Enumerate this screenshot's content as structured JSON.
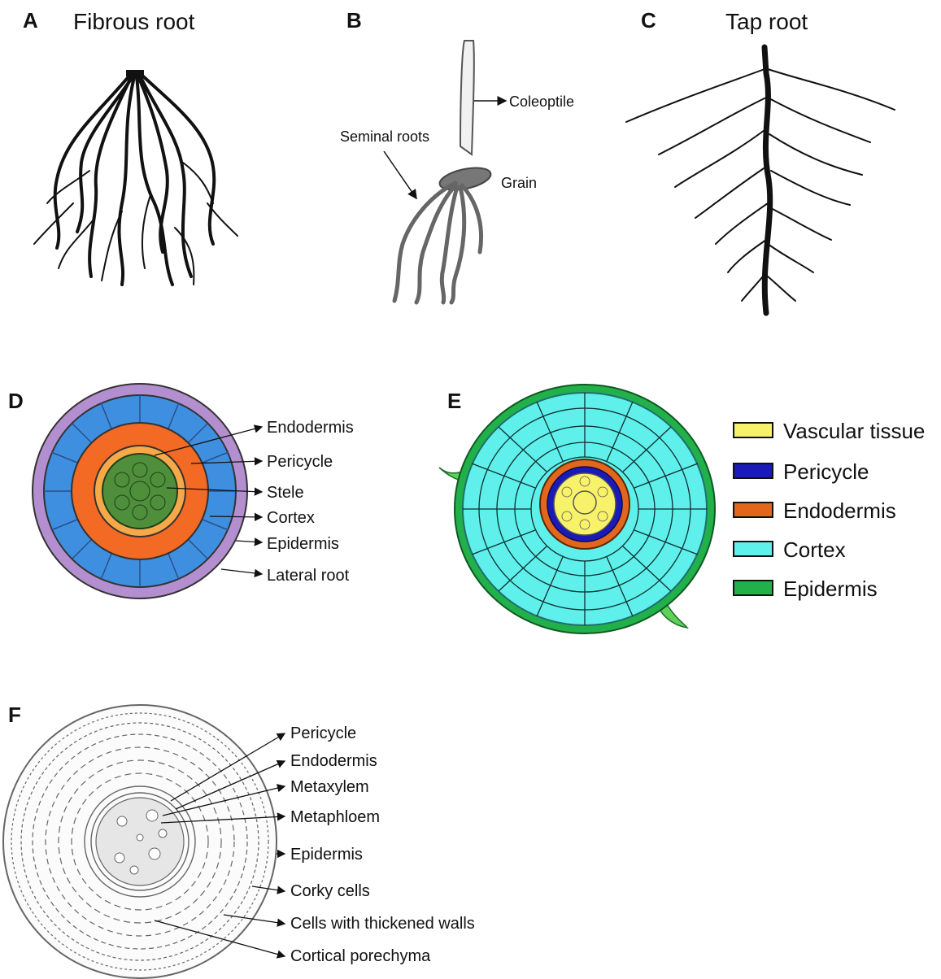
{
  "panels": {
    "A": {
      "letter": "A",
      "title": "Fibrous root"
    },
    "B": {
      "letter": "B",
      "labels": {
        "coleoptile": "Coleoptile",
        "seminal": "Seminal roots",
        "grain": "Grain"
      }
    },
    "C": {
      "letter": "C",
      "title": "Tap root"
    },
    "D": {
      "letter": "D",
      "labels": [
        "Endodermis",
        "Pericycle",
        "Stele",
        "Cortex",
        "Epidermis",
        "Lateral root"
      ],
      "colors": {
        "epidermis": "#b48fd0",
        "cortex": "#3f8fe0",
        "endodermis": "#f26a24",
        "pericycle": "#f7a94a",
        "stele": "#4f8f3c"
      }
    },
    "E": {
      "letter": "E",
      "legend": [
        {
          "label": "Vascular tissue",
          "color": "#f7f26a"
        },
        {
          "label": "Pericycle",
          "color": "#1a1ab8"
        },
        {
          "label": "Endodermis",
          "color": "#e2661c"
        },
        {
          "label": "Cortex",
          "color": "#5ff0ec"
        },
        {
          "label": "Epidermis",
          "color": "#22b04a"
        }
      ]
    },
    "F": {
      "letter": "F",
      "labels": [
        "Pericycle",
        "Endodermis",
        "Metaxylem",
        "Metaphloem",
        "Epidermis",
        "Corky cells",
        "Cells with thickened walls",
        "Cortical porechyma"
      ]
    }
  }
}
